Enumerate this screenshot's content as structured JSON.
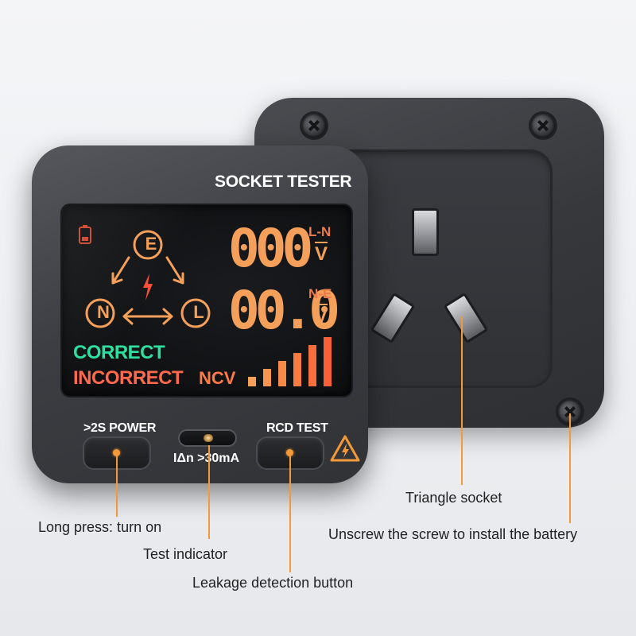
{
  "device": {
    "title": "SOCKET TESTER",
    "display": {
      "ln_value": "000",
      "ln_label": "L-N",
      "ln_unit": "V",
      "ne_value": "00.0",
      "ne_label": "N-E",
      "ne_unit": "V",
      "terminal_e": "E",
      "terminal_n": "N",
      "terminal_l": "L",
      "status_correct": "CORRECT",
      "status_incorrect": "INCORRECT",
      "ncv_label": "NCV",
      "ncv_bars": 6
    },
    "power_button_label": ">2S POWER",
    "rcd_button_label": "RCD TEST",
    "leakage_rating": "IΔn >30mA"
  },
  "callouts": {
    "power": "Long press: turn on",
    "indicator": "Test indicator",
    "leakage": "Leakage detection button",
    "socket": "Triangle socket",
    "screw": "Unscrew the screw to install the battery"
  },
  "colors": {
    "digit": "#f5a05a",
    "correct": "#2ee0a0",
    "incorrect": "#ff6a4e",
    "accent": "#f29a3a"
  },
  "icons": [
    "battery-icon",
    "lightning-icon",
    "warning-icon"
  ]
}
